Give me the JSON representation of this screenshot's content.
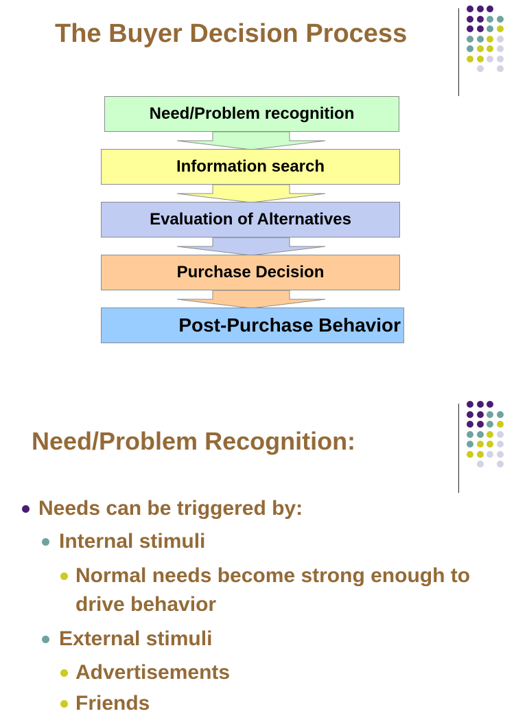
{
  "colors": {
    "title": "#946A37",
    "purple": "#4B1C72",
    "teal": "#6FA39F",
    "yellow": "#CDCB1E",
    "lavender": "#D3D3E6"
  },
  "slide1": {
    "title": "The Buyer Decision Process",
    "steps": [
      {
        "label": "Need/Problem recognition",
        "color": "#CCFFCC"
      },
      {
        "label": "Information search",
        "color": "#FFFF99"
      },
      {
        "label": "Evaluation of Alternatives",
        "color": "#C0CCF2"
      },
      {
        "label": "Purchase Decision",
        "color": "#FFCC99"
      },
      {
        "label": "Post-Purchase Behavior",
        "color": "#99CCFF"
      }
    ]
  },
  "slide2": {
    "title": "Need/Problem Recognition:",
    "bullets": {
      "b1": "Needs can be triggered by:",
      "b2": "Internal stimuli",
      "b3": "Normal needs become strong enough to drive behavior",
      "b4": "External stimuli",
      "b5": "Advertisements",
      "b6": "Friends"
    }
  }
}
